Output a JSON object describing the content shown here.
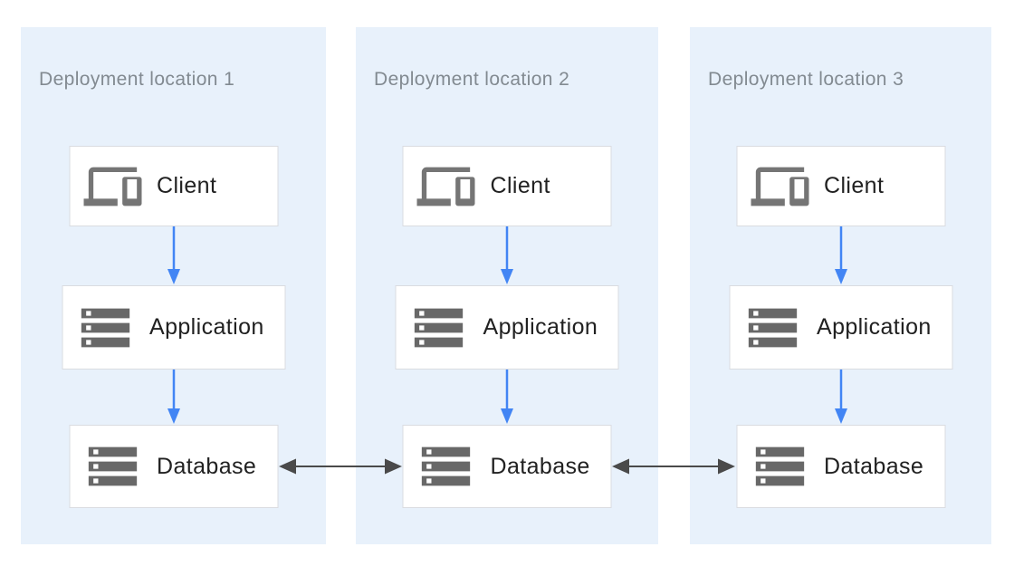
{
  "colors": {
    "canvas_bg": "#ffffff",
    "panel_bg": "#e8f1fb",
    "node_bg": "#ffffff",
    "node_border": "#dadce0",
    "title_text": "#828a91",
    "label_text": "#212121",
    "devices_icon_gray": "#757575",
    "storage_icon_gray": "#686868",
    "flow_arrow_blue": "#4285f4",
    "sync_arrow_gray": "#4a4a4a"
  },
  "diagram": {
    "panels": [
      {
        "title": "Deployment location 1",
        "nodes": [
          {
            "label": "Client",
            "icon": "devices-icon"
          },
          {
            "label": "Application",
            "icon": "storage-icon"
          },
          {
            "label": "Database",
            "icon": "storage-icon"
          }
        ]
      },
      {
        "title": "Deployment location 2",
        "nodes": [
          {
            "label": "Client",
            "icon": "devices-icon"
          },
          {
            "label": "Application",
            "icon": "storage-icon"
          },
          {
            "label": "Database",
            "icon": "storage-icon"
          }
        ]
      },
      {
        "title": "Deployment location 3",
        "nodes": [
          {
            "label": "Client",
            "icon": "devices-icon"
          },
          {
            "label": "Application",
            "icon": "storage-icon"
          },
          {
            "label": "Database",
            "icon": "storage-icon"
          }
        ]
      }
    ],
    "flow_arrows": [
      {
        "panel": "Deployment location 1",
        "from": "Client",
        "to": "Application",
        "direction": "down"
      },
      {
        "panel": "Deployment location 1",
        "from": "Application",
        "to": "Database",
        "direction": "down"
      },
      {
        "panel": "Deployment location 2",
        "from": "Client",
        "to": "Application",
        "direction": "down"
      },
      {
        "panel": "Deployment location 2",
        "from": "Application",
        "to": "Database",
        "direction": "down"
      },
      {
        "panel": "Deployment location 3",
        "from": "Client",
        "to": "Application",
        "direction": "down"
      },
      {
        "panel": "Deployment location 3",
        "from": "Application",
        "to": "Database",
        "direction": "down"
      }
    ],
    "sync_arrows": [
      {
        "from": "Database (Deployment location 1)",
        "to": "Database (Deployment location 2)",
        "direction": "bidirectional"
      },
      {
        "from": "Database (Deployment location 2)",
        "to": "Database (Deployment location 3)",
        "direction": "bidirectional"
      }
    ]
  }
}
